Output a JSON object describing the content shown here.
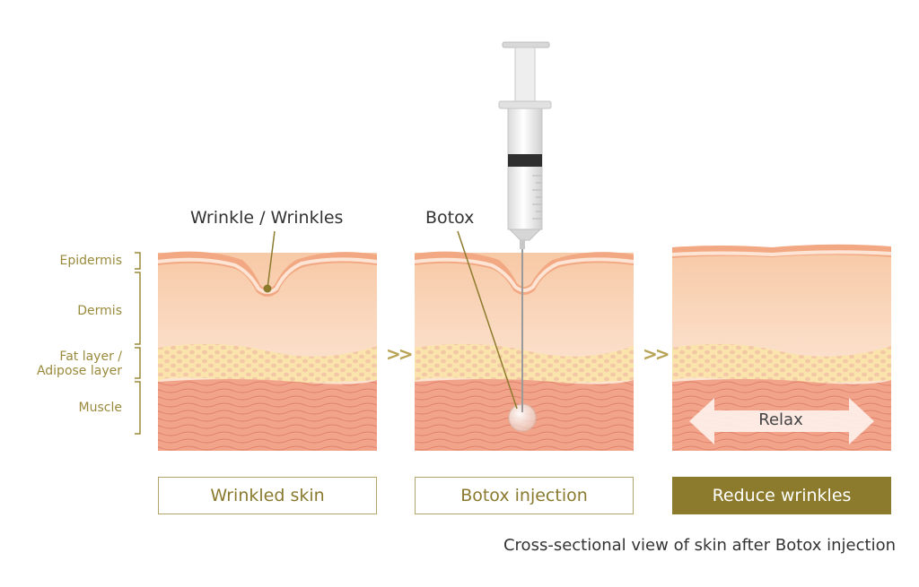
{
  "layers": {
    "epidermis": "Epidermis",
    "dermis": "Dermis",
    "fat_line1": "Fat layer /",
    "fat_line2": "Adipose layer",
    "muscle": "Muscle"
  },
  "callouts": {
    "wrinkle": "Wrinkle / Wrinkles",
    "botox": "Botox",
    "relax": "Relax"
  },
  "steps": [
    {
      "label": "Wrinkled skin"
    },
    {
      "label": "Botox injection"
    },
    {
      "label": "Reduce wrinkles"
    }
  ],
  "arrows": ">>",
  "caption": "Cross-sectional view of skin after Botox injection",
  "colors": {
    "label_gold": "#9a8a3c",
    "active_box": "#8c7b2c",
    "muscle": "#f0a38a",
    "fat": "#fbe3a8",
    "dermis_top": "#f6c6a5",
    "epidermis": "#f2a983"
  }
}
